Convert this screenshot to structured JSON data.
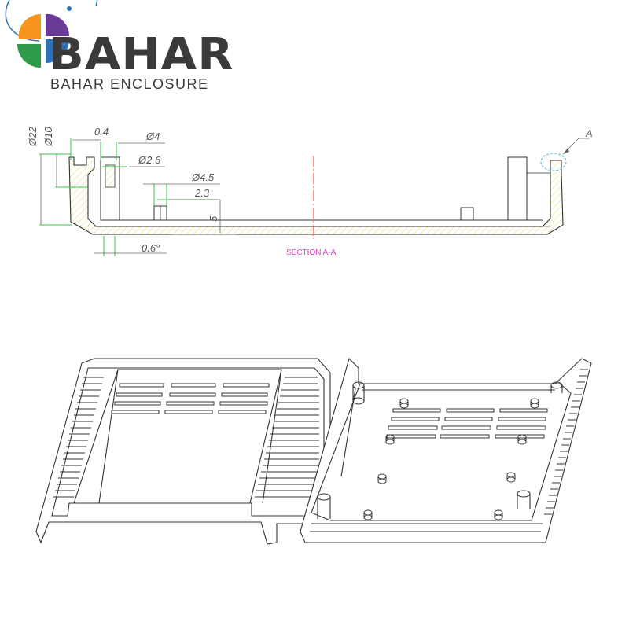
{
  "brand": {
    "name": "BAHAR",
    "tagline": "BAHAR ENCLOSURE",
    "colors": {
      "orange": "#f7941d",
      "purple": "#6a3a98",
      "blue": "#2f6fb6",
      "green": "#2e9b48",
      "text": "#3a3a3a"
    }
  },
  "section": {
    "title": "SECTION A-A",
    "detail_marker": "A",
    "dimensions": {
      "d22": "Ø22",
      "d10": "Ø10",
      "w04": "0.4",
      "d4": "Ø4",
      "d26": "Ø2.6",
      "d45": "Ø4.5",
      "w23": "2.3",
      "h5": "5",
      "angle": "0.6°"
    },
    "colors": {
      "line": "#333333",
      "dim": "#6a6a6a",
      "hatch": "#e8e070",
      "ext": "#39c04a",
      "center": "#e0302a",
      "label": "#e040c0",
      "marker": "#4fb0e0"
    }
  }
}
